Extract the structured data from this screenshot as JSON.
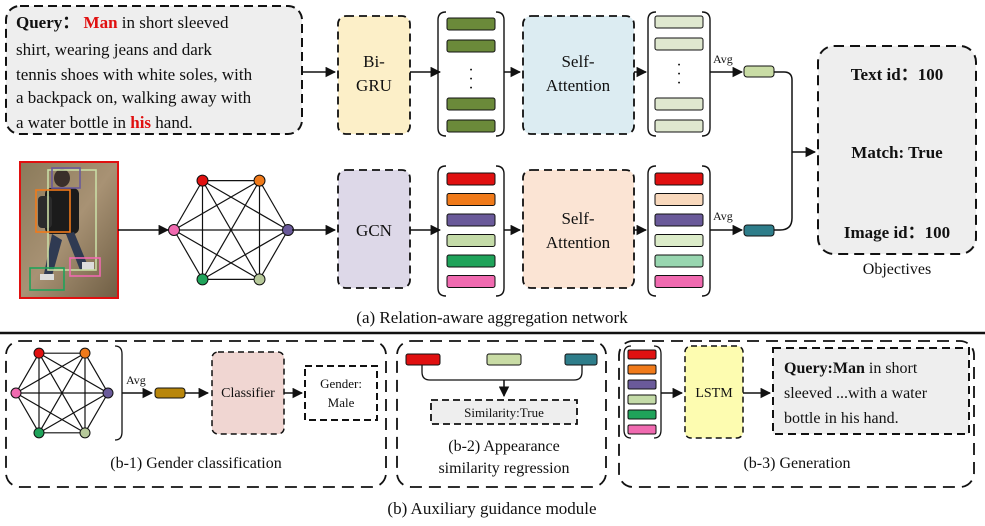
{
  "query": {
    "label": "Query：",
    "lines": [
      [
        "",
        "Man",
        " in short sleeved"
      ],
      [
        "shirt, wearing jeans and dark",
        "",
        ""
      ],
      [
        "tennis shoes with white soles, with",
        "",
        ""
      ],
      [
        "a backpack on, walking away with",
        "",
        ""
      ],
      [
        "a water bottle in ",
        "his",
        " hand."
      ]
    ]
  },
  "modules": {
    "bigru_line1": "Bi-",
    "bigru_line2": "GRU",
    "gcn": "GCN",
    "self_attn_line1": "Self-",
    "self_attn_line2": "Attention",
    "avg": "Avg",
    "classifier": "Classifier",
    "lstm": "LSTM",
    "dots": "·"
  },
  "objectives": {
    "text_id": "Text id：100",
    "match": "Match: True",
    "image_id": "Image id：100",
    "caption": "Objectives"
  },
  "captions": {
    "a": "(a) Relation-aware aggregation network",
    "b1": "(b-1) Gender classification",
    "b2_line1": "(b-2) Appearance",
    "b2_line2": "similarity regression",
    "b3": "(b-3) Generation",
    "b": "(b) Auxiliary guidance module"
  },
  "gender": {
    "line1": "Gender:",
    "line2": "Male"
  },
  "similarity": "Similarity:True",
  "generation": {
    "label": "Query:",
    "bold_word": "Man",
    "line1_rest": " in short",
    "line2": "sleeved ...with a water",
    "line3": "bottle in his hand."
  },
  "colors": {
    "text_feature": "#6b8a3a",
    "text_attended": "#dfe8cf",
    "bigru_fill": "#fcefc8",
    "gcn_fill": "#ddd8e8",
    "self_attn_text_fill": "#dcecf2",
    "self_attn_img_fill": "#fbe4d4",
    "classifier_fill": "#f0d6d2",
    "lstm_fill": "#fdfcb0",
    "query_box_fill": "#eeeeee",
    "avg_text": "#c9dca5",
    "avg_img": "#2e7d8a",
    "avg_gender": "#b8860b",
    "part_colors": [
      "#e01010",
      "#f07a1a",
      "#6a5a9a",
      "#c4dba8",
      "#1fa35a",
      "#f06ab0"
    ],
    "part_colors_attended": [
      "#e01010",
      "#f8d8bc",
      "#6a5a9a",
      "#dcecc9",
      "#98d6b0",
      "#f06ab0"
    ],
    "node_colors": [
      "#e01010",
      "#f07a1a",
      "#6a5a9a",
      "#b7c99a",
      "#1fa35a",
      "#f06ab0"
    ]
  }
}
